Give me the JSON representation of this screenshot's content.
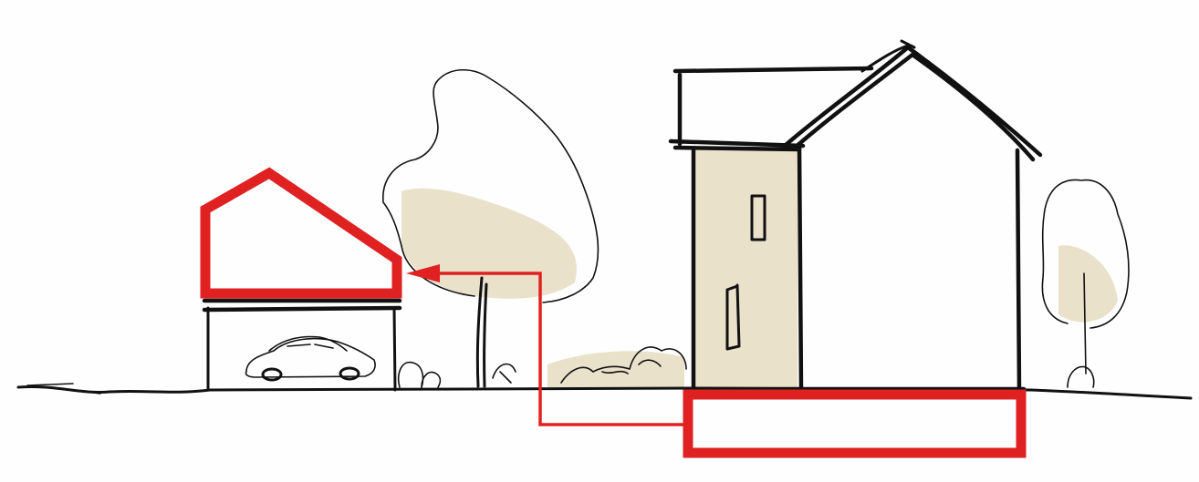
{
  "colors": {
    "paper": "#fefefe",
    "ink": "#111111",
    "wash": "#d8c9a0",
    "accent": "#e02121"
  },
  "scene": {
    "elements": [
      "ground-line",
      "carport",
      "car",
      "large-tree",
      "shrubs",
      "house",
      "small-tree"
    ],
    "annotation": {
      "arrow-direction": "left",
      "highlighted-source": "house-foundation-rectangle",
      "highlighted-target": "gabled-volume-on-carport"
    }
  }
}
